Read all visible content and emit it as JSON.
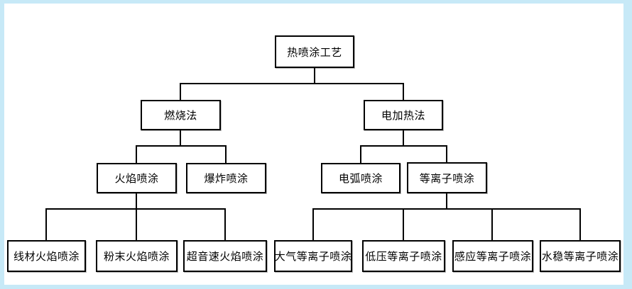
{
  "colors": {
    "page_background": "#c7e9f7",
    "panel_background": "#ffffff",
    "line_color": "#000000",
    "text_color": "#000000"
  },
  "diagram": {
    "type": "tree-flowchart",
    "tree": {
      "label": "热喷涂工艺",
      "children": [
        {
          "label": "燃烧法",
          "children": [
            {
              "label": "火焰喷涂",
              "children": [
                {
                  "label": "线材火焰喷涂"
                },
                {
                  "label": "粉末火焰喷涂"
                },
                {
                  "label": "超音速火焰喷涂"
                }
              ]
            },
            {
              "label": "爆炸喷涂"
            }
          ]
        },
        {
          "label": "电加热法",
          "children": [
            {
              "label": "电弧喷涂"
            },
            {
              "label": "等离子喷涂",
              "children": [
                {
                  "label": "大气等离子喷涂"
                },
                {
                  "label": "低压等离子喷涂"
                },
                {
                  "label": "感应等离子喷涂"
                },
                {
                  "label": "水稳等离子喷涂"
                }
              ]
            }
          ]
        }
      ]
    }
  }
}
